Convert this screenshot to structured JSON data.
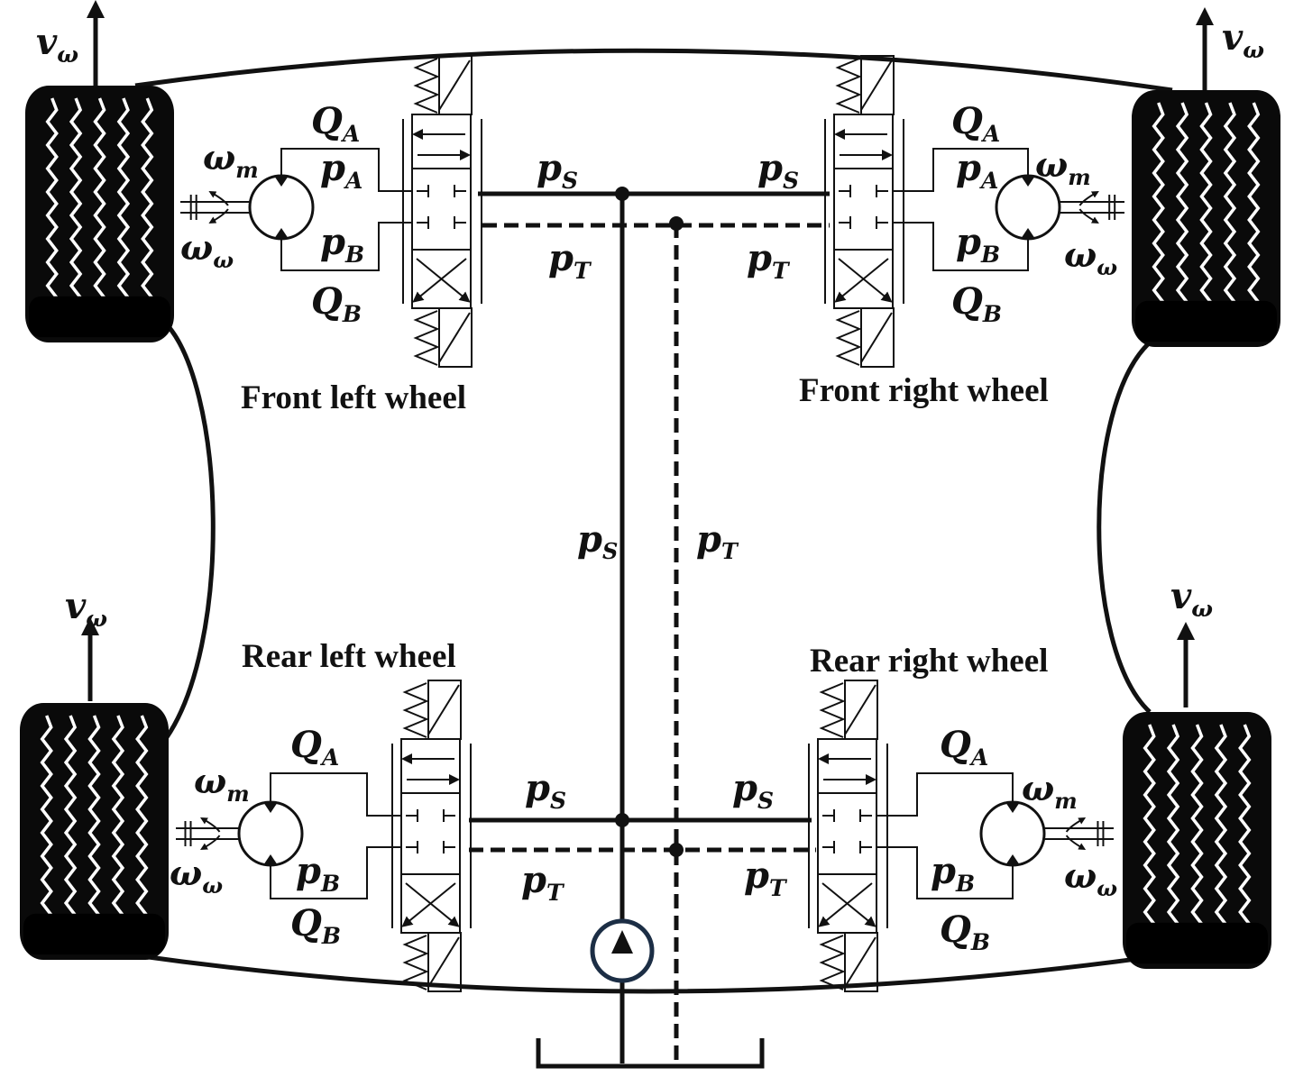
{
  "labels": {
    "v": "v",
    "v_sub": "ω",
    "omega": "ω",
    "m_sub": "m",
    "w_sub": "ω",
    "Q": "Q",
    "p": "p",
    "A": "A",
    "B": "B",
    "S": "S",
    "T": "T"
  },
  "captions": {
    "front_left": "Front left wheel",
    "front_right": "Front right wheel",
    "rear_left": "Rear left wheel",
    "rear_right": "Rear right wheel"
  },
  "colors": {
    "line": "#111111",
    "pump": "#1c2e45",
    "tire": "#0a0a0a"
  },
  "icons": {
    "wheel": "tire-icon",
    "motor": "hydraulic-motor-icon",
    "valve": "servo-valve-icon",
    "pump": "pump-icon",
    "tank": "tank-icon"
  }
}
